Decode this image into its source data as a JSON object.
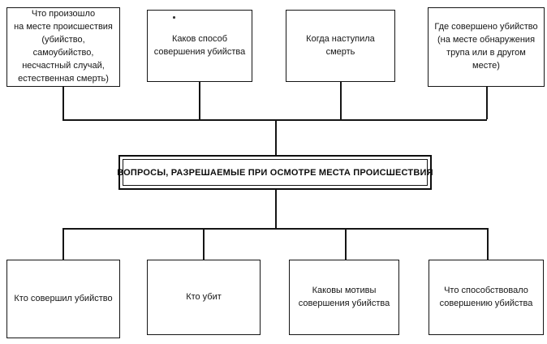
{
  "page": {
    "background_color": "#ffffff",
    "line_color": "#151515"
  },
  "diagram": {
    "title_box": {
      "label": "ВОПРОСЫ, РАЗРЕШАЕМЫЕ ПРИ ОСМОТРЕ МЕСТА ПРОИСШЕСТВИЯ"
    },
    "top_row": [
      {
        "label": "Что произошло\nна месте происшествия\n(убийство, самоубийство,\nнесчастный случай,\nестественная смерть)"
      },
      {
        "label": "Каков способ\nсовершения убийства"
      },
      {
        "label": "Когда наступила смерть"
      },
      {
        "label": "Где совершено убийство\n(на месте обнаружения\nтрупа или в другом месте)"
      }
    ],
    "bottom_row": [
      {
        "label": "Кто совершил убийство"
      },
      {
        "label": "Кто убит"
      },
      {
        "label": "Каковы мотивы\nсовершения убийства"
      },
      {
        "label": "Что способствовало\nсовершению убийства"
      }
    ]
  }
}
